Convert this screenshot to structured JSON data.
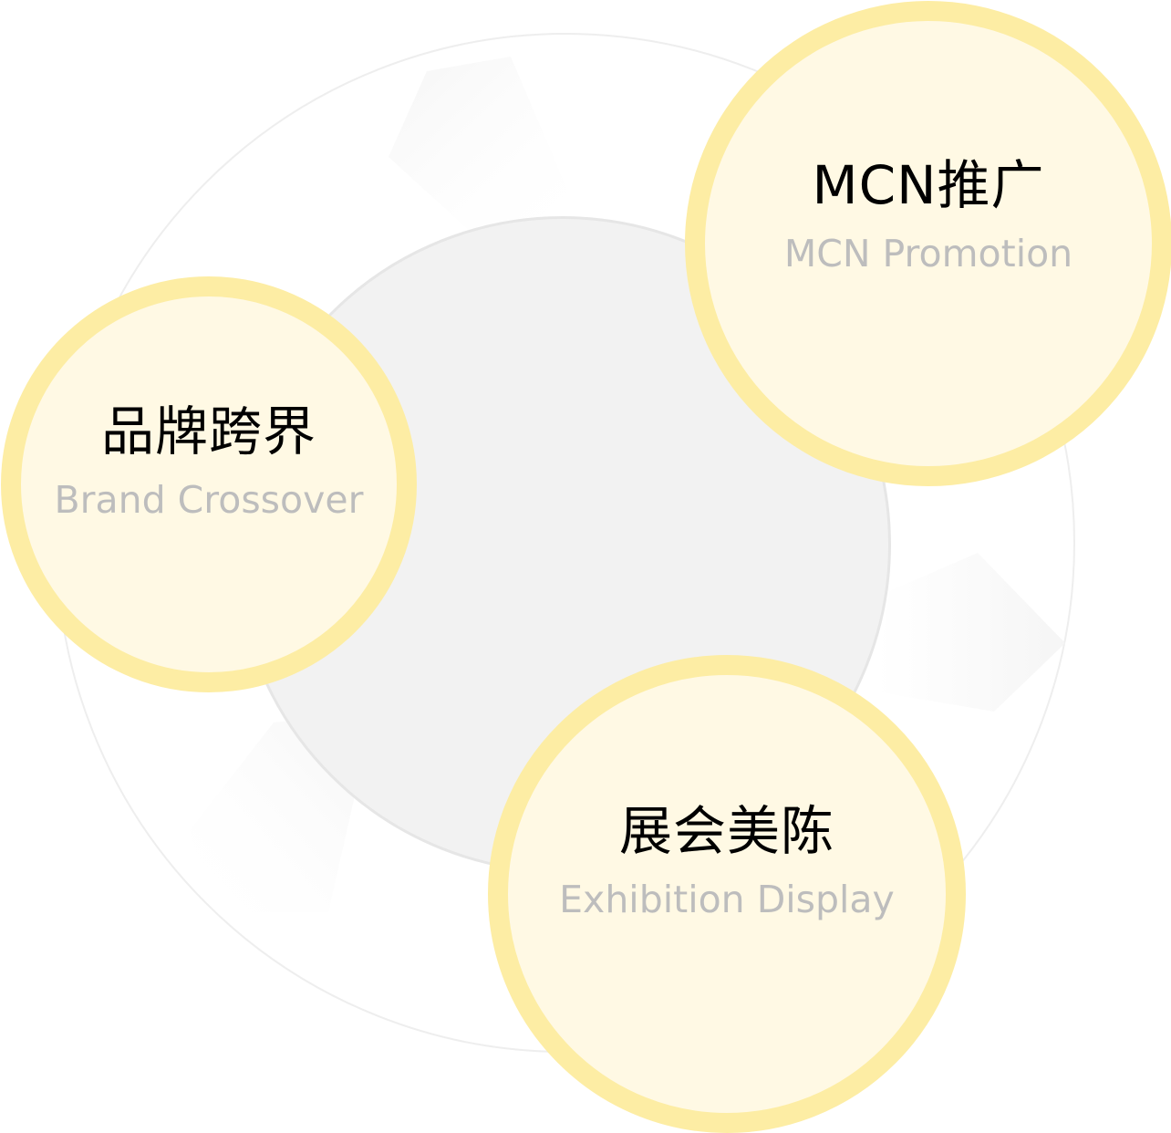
{
  "colors": {
    "ring_fill": "#fff9e4",
    "ring_border": "#fdeda4",
    "center_disc": "#f2f2f2",
    "outer_ring": "#eeeeee",
    "title_text": "#000000",
    "subtitle_text": "#bdbdbd"
  },
  "nodes": {
    "brand": {
      "title": "品牌跨界",
      "subtitle": "Brand Crossover"
    },
    "mcn": {
      "title": "MCN推广",
      "subtitle": "MCN Promotion"
    },
    "exhibition": {
      "title": "展会美陈",
      "subtitle": "Exhibition Display"
    }
  }
}
